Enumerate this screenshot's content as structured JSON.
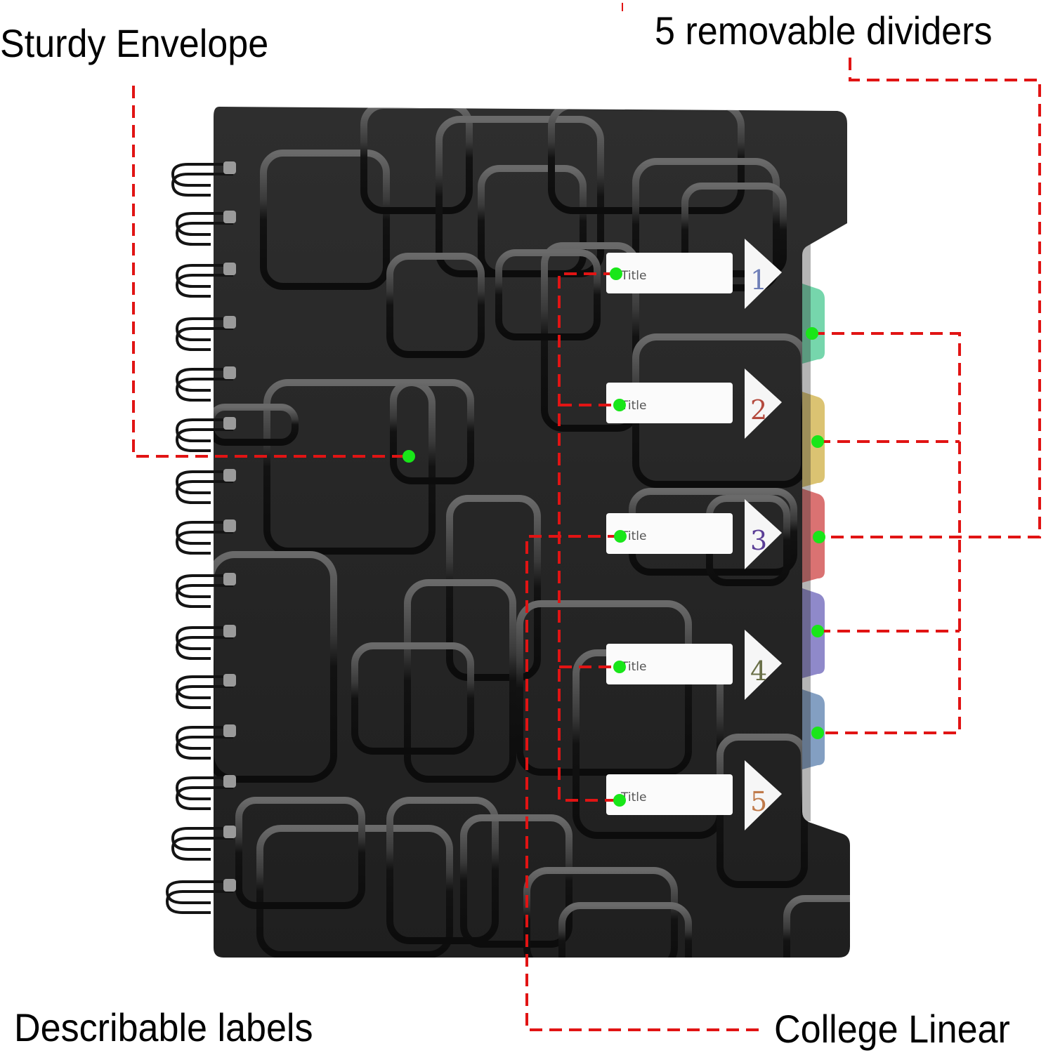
{
  "callouts": {
    "top_left": "Sturdy Envelope",
    "top_right": "5 removable dividers",
    "bottom_left": "Describable labels",
    "bottom_right": "College Linear"
  },
  "label_tabs": [
    {
      "title": "Title",
      "number": "1",
      "number_color": "#6f7fb8"
    },
    {
      "title": "Title",
      "number": "2",
      "number_color": "#b44a3e"
    },
    {
      "title": "Title",
      "number": "3",
      "number_color": "#5b3e96"
    },
    {
      "title": "Title",
      "number": "4",
      "number_color": "#6a7048"
    },
    {
      "title": "Title",
      "number": "5",
      "number_color": "#c07a4a"
    }
  ],
  "dividers": [
    {
      "color": "#6fd4a8"
    },
    {
      "color": "#d9c06a"
    },
    {
      "color": "#d86a6a"
    },
    {
      "color": "#6a62b8"
    },
    {
      "color": "#5a7fae"
    }
  ],
  "colors": {
    "callout_line": "#e11414",
    "marker_dot": "#19e619",
    "cover": "#232323"
  }
}
